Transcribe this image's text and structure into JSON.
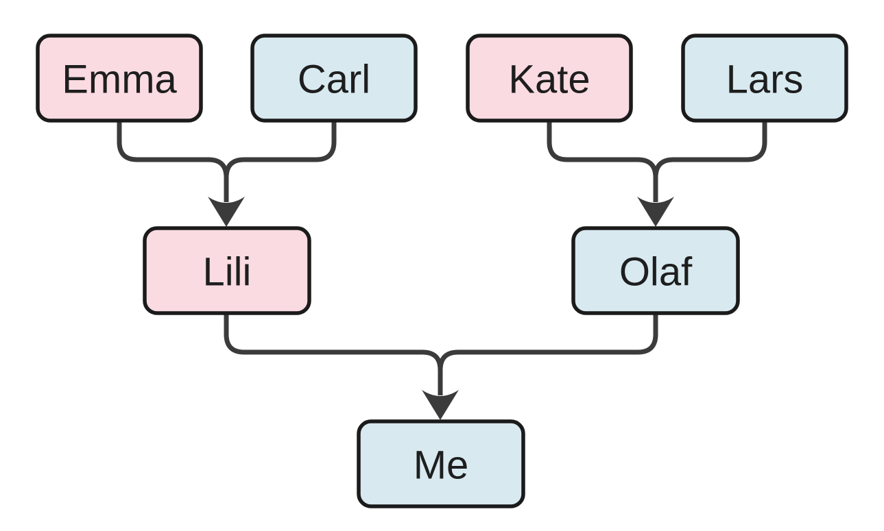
{
  "diagram": {
    "type": "family-tree-flowchart",
    "nodes": {
      "emma": {
        "label": "Emma",
        "fill_role": "pink"
      },
      "carl": {
        "label": "Carl",
        "fill_role": "blue"
      },
      "kate": {
        "label": "Kate",
        "fill_role": "pink"
      },
      "lars": {
        "label": "Lars",
        "fill_role": "blue"
      },
      "lili": {
        "label": "Lili",
        "fill_role": "pink"
      },
      "olaf": {
        "label": "Olaf",
        "fill_role": "blue"
      },
      "me": {
        "label": "Me",
        "fill_role": "blue"
      }
    },
    "relationships": [
      {
        "parents": [
          "Emma",
          "Carl"
        ],
        "child": "Lili"
      },
      {
        "parents": [
          "Kate",
          "Lars"
        ],
        "child": "Olaf"
      },
      {
        "parents": [
          "Lili",
          "Olaf"
        ],
        "child": "Me"
      }
    ]
  },
  "colors": {
    "background": "#ffffff",
    "pink_fill": "#fbdbe2",
    "blue_fill": "#d8e9f0",
    "node_border": "#1b1b1b",
    "edge": "#3b3b3b",
    "text": "#1e1e1e"
  }
}
